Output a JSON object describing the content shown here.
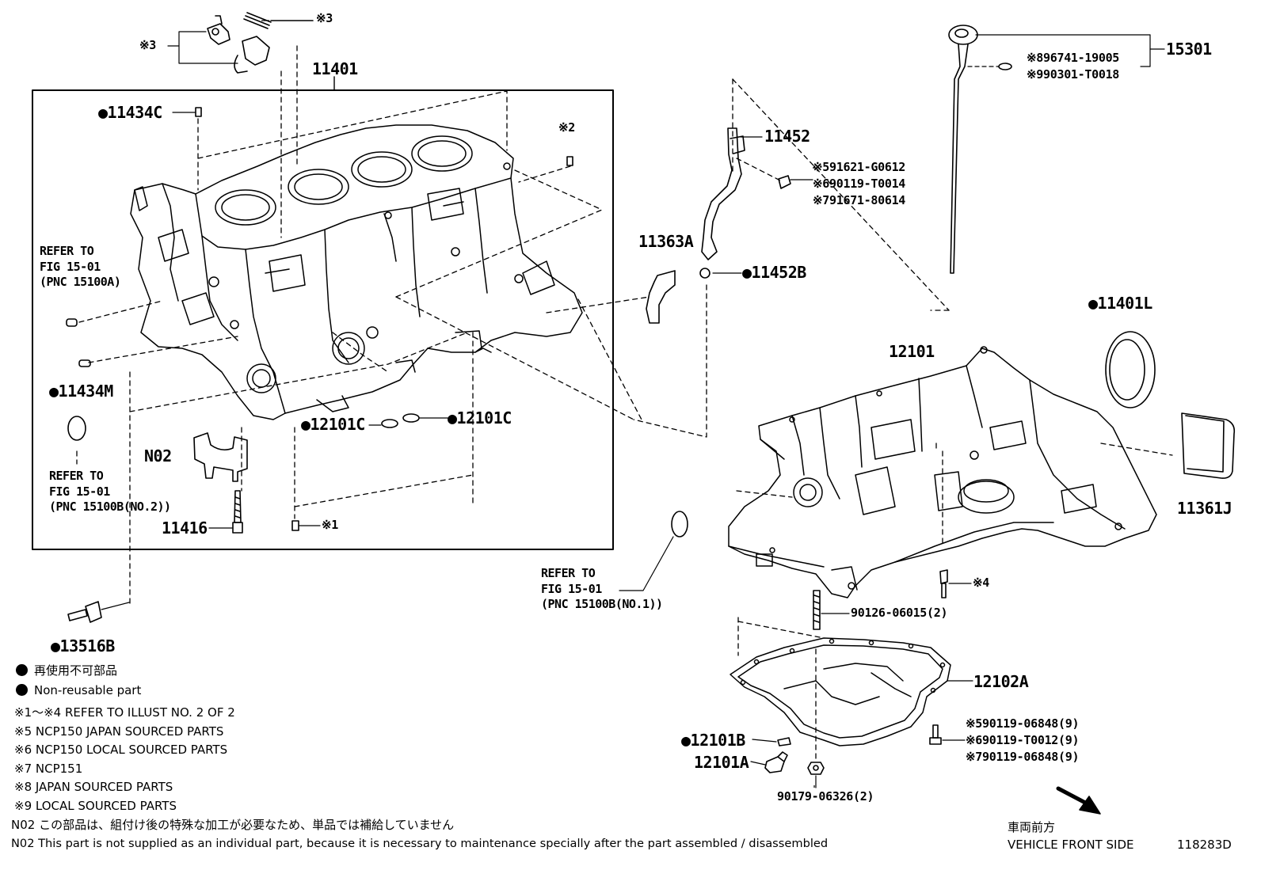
{
  "parts": {
    "p11401": "11401",
    "p11434c": "●11434C",
    "x2": "※2",
    "x3a": "※3",
    "x3b": "※3",
    "refer_a": [
      "REFER TO",
      "FIG 15-01",
      "(PNC 15100A)"
    ],
    "p11434m": "●11434M",
    "refer_b": [
      "REFER TO",
      "FIG 15-01",
      "(PNC 15100B(NO.2))"
    ],
    "n02": "N02",
    "p11416": "11416",
    "x1": "※1",
    "p12101c_1": "●12101C",
    "p12101c_2": "●12101C",
    "p13516b": "●13516B",
    "p11452": "11452",
    "p11363a": "11363A",
    "p11452b": "●11452B",
    "bolts_11452": [
      "※591621-G0612",
      "※690119-T0014",
      "※791671-80614"
    ],
    "p15301": "15301",
    "dip_parts": [
      "※896741-19005",
      "※990301-T0018"
    ],
    "p11401l": "●11401L",
    "p12101": "12101",
    "p11361j": "11361J",
    "refer_c": [
      "REFER TO",
      "FIG 15-01",
      "(PNC 15100B(NO.1))"
    ],
    "x4": "※4",
    "stud": "90126-06015(2)",
    "p12102a": "12102A",
    "pan_bolts": [
      "※590119-06848(9)",
      "※690119-T0012(9)",
      "※790119-06848(9)"
    ],
    "p12101b": "●12101B",
    "p12101a": "12101A",
    "drain_nut": "90179-06326(2)"
  },
  "legend": {
    "jp": "再使用不可部品",
    "en": "Non-reusable part",
    "notes": [
      "※1～※4 REFER TO ILLUST NO. 2 OF 2",
      "※5 NCP150  JAPAN SOURCED PARTS",
      "※6 NCP150  LOCAL SOURCED PARTS",
      "※7 NCP151",
      "※8 JAPAN SOURCED PARTS",
      "※9 LOCAL SOURCED PARTS"
    ]
  },
  "footer": {
    "n02_jp": "N02  この部品は、組付け後の特殊な加工が必要なため、単品では補給していません",
    "n02_en": "N02  This part is not supplied as an individual part, because it is necessary to maintenance specially after the part assembled / disassembled",
    "front_jp": "車両前方",
    "front_en": "VEHICLE FRONT SIDE",
    "code": "118283D"
  }
}
